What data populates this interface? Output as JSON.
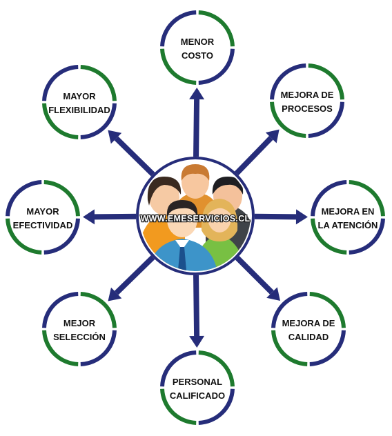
{
  "center": {
    "watermark": "WWW.EMESERVICIOS.CL",
    "people_icon": "group-of-people-icon"
  },
  "colors": {
    "navy": "#262d7a",
    "green": "#1e7a2e",
    "arrow": "#262d7a"
  },
  "nodes": [
    {
      "id": "menor-costo",
      "lines": [
        "MENOR",
        "COSTO"
      ]
    },
    {
      "id": "mejora-de-procesos",
      "lines": [
        "MEJORA DE",
        "PROCESOS"
      ]
    },
    {
      "id": "mejora-en-la-atencion",
      "lines": [
        "MEJORA EN",
        "LA ATENCIÓN"
      ]
    },
    {
      "id": "mejora-de-calidad",
      "lines": [
        "MEJORA DE",
        "CALIDAD"
      ]
    },
    {
      "id": "personal-calificado",
      "lines": [
        "PERSONAL",
        "CALIFICADO"
      ]
    },
    {
      "id": "mejor-seleccion",
      "lines": [
        "MEJOR",
        "SELECCIÓN"
      ]
    },
    {
      "id": "mayor-efectividad",
      "lines": [
        "MAYOR",
        "EFECTIVIDAD"
      ]
    },
    {
      "id": "mayor-flexibilidad",
      "lines": [
        "MAYOR",
        "FLEXIBILIDAD"
      ]
    }
  ]
}
